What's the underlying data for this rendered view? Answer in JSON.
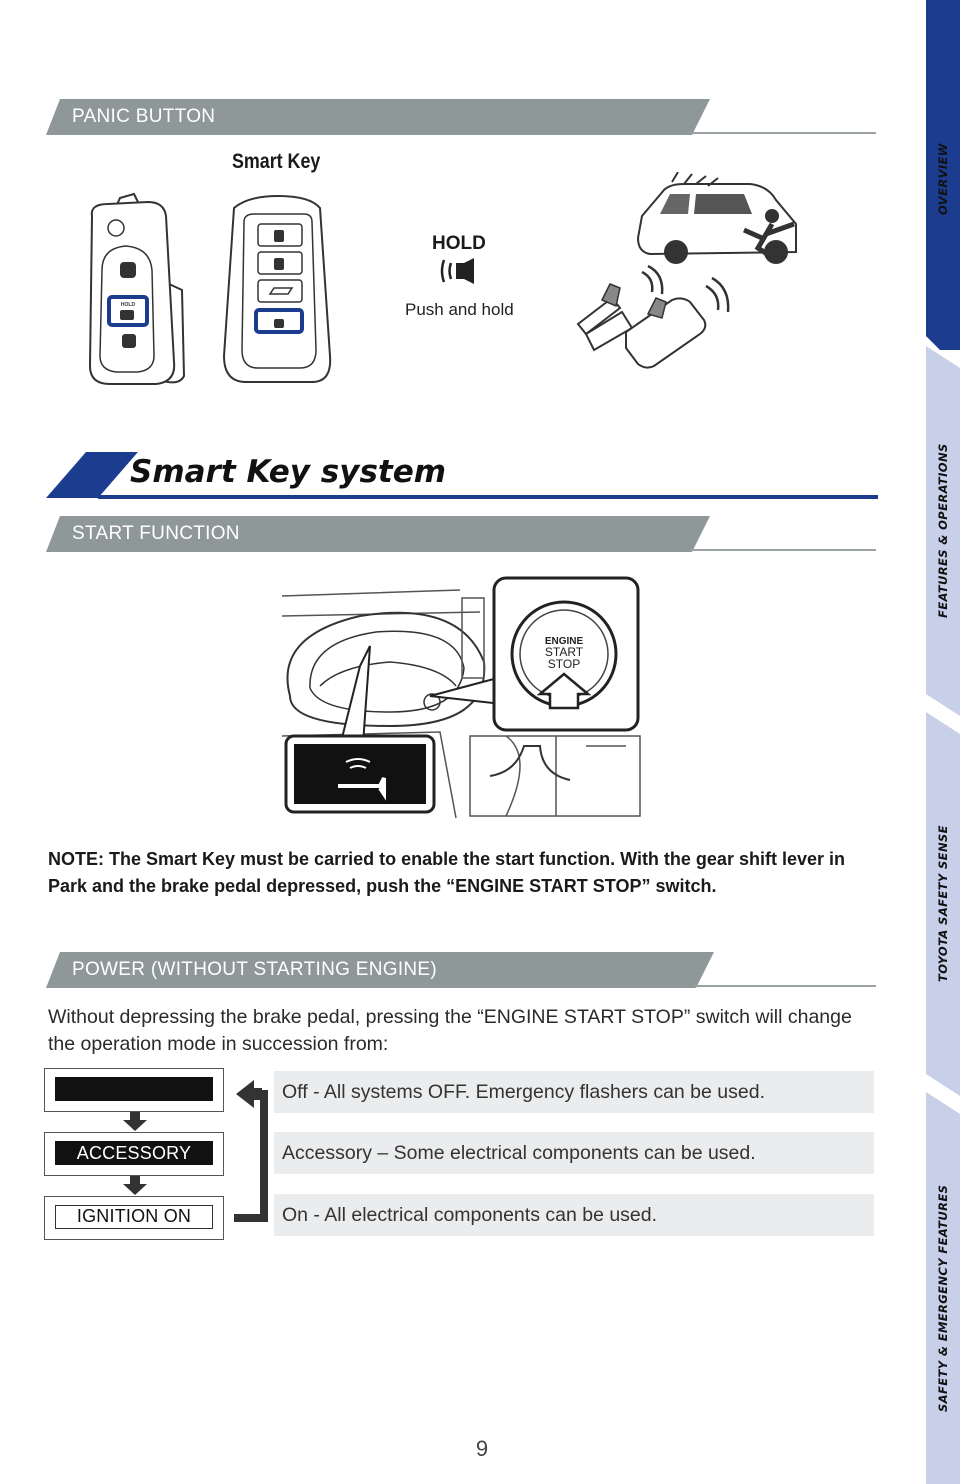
{
  "side_tabs": [
    {
      "label": "OVERVIEW",
      "bg": "#1b3c8f",
      "color": "#ffffff"
    },
    {
      "label": "FEATURES & OPERATIONS",
      "bg": "#c8cfe9",
      "color": "#111111"
    },
    {
      "label": "TOYOTA SAFETY SENSE",
      "bg": "#c8cfe9",
      "color": "#111111"
    },
    {
      "label": "SAFETY & EMERGENCY FEATURES",
      "bg": "#c8cfe9",
      "color": "#111111"
    }
  ],
  "panic": {
    "section_title": "PANIC BUTTON",
    "smart_key_label": "Smart Key",
    "hold_label": "HOLD",
    "push_hold_label": "Push and hold",
    "fob_hold_text": "HOLD"
  },
  "title": "Smart Key system",
  "start": {
    "section_title": "START FUNCTION",
    "button_text": [
      "ENGINE",
      "START",
      "STOP"
    ],
    "note": "NOTE: The Smart Key must be carried to enable the start function. With the gear shift lever in Park and the brake pedal depressed, push the “ENGINE START STOP” switch."
  },
  "power": {
    "section_title": "POWER (WITHOUT STARTING ENGINE)",
    "body": "Without depressing the brake pedal, pressing the “ENGINE START STOP” switch will change the operation mode in succession from:",
    "modes": [
      {
        "label": "",
        "style": "dark",
        "description": "Off - All systems OFF. Emergency flashers can be used."
      },
      {
        "label": "ACCESSORY",
        "style": "dark",
        "description": "Accessory – Some electrical components can be used."
      },
      {
        "label": "IGNITION ON",
        "style": "light",
        "description": "On - All electrical components can be used."
      }
    ]
  },
  "colors": {
    "accent_blue": "#1b3c8f",
    "bar_gray": "#8f9899",
    "tab_light": "#c8cfe9"
  },
  "page_number": "9"
}
